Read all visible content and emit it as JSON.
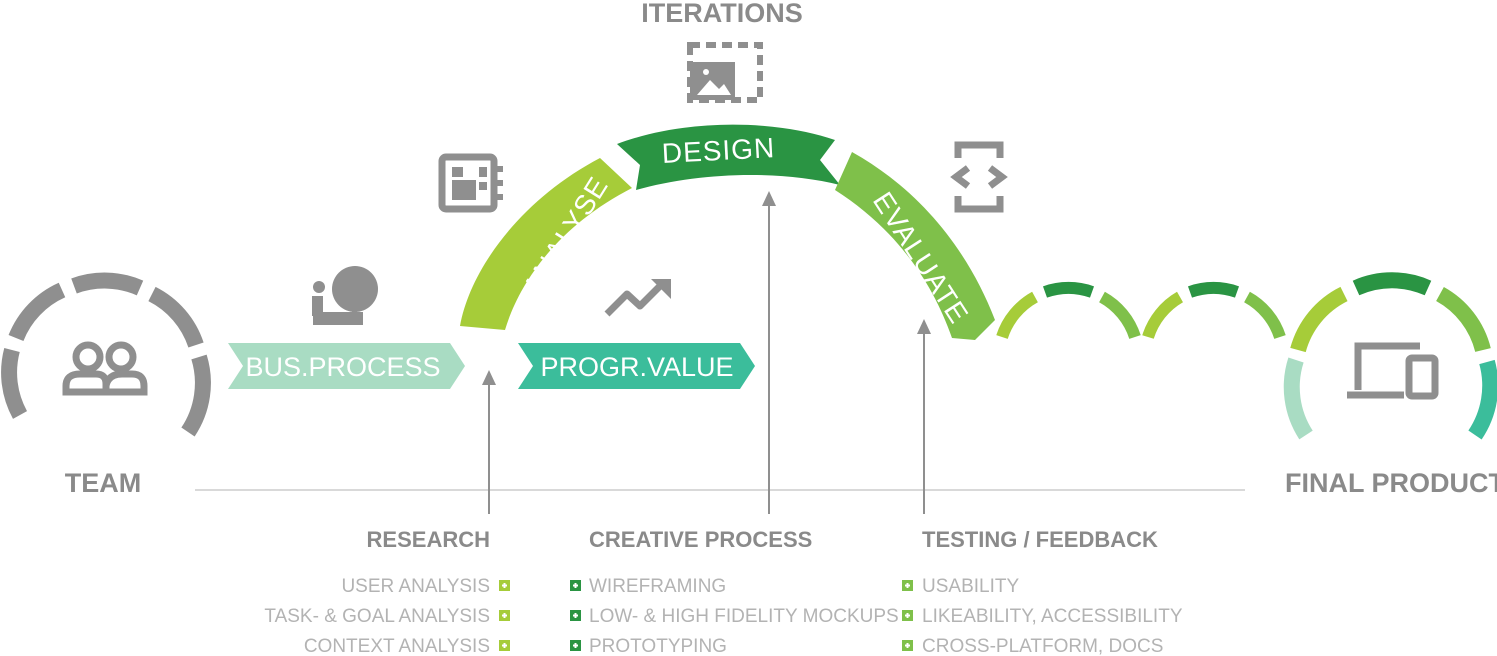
{
  "colors": {
    "gray": "#8f8f8f",
    "light_gray": "#b3b3b3",
    "lime": "#a6cc39",
    "green": "#3aa93f",
    "dark_green": "#2a9443",
    "mid_green": "#7fc04a",
    "teal": "#3bbd9b",
    "mint": "#a9dcc3"
  },
  "labels": {
    "iterations": "ITERATIONS",
    "team": "TEAM",
    "final_product": "FINAL PRODUCT",
    "bus_process": "BUS.PROCESS",
    "progr_value": "PROGR.VALUE",
    "analyse": "ANALYSE",
    "design": "DESIGN",
    "evaluate": "EVALUATE"
  },
  "columns": {
    "research": {
      "title": "RESEARCH",
      "items": [
        "USER ANALYSIS",
        "TASK- & GOAL ANALYSIS",
        "CONTEXT ANALYSIS"
      ]
    },
    "creative": {
      "title": "CREATIVE PROCESS",
      "items": [
        "WIREFRAMING",
        "LOW- & HIGH FIDELITY MOCKUPS",
        "PROTOTYPING"
      ]
    },
    "testing": {
      "title": "TESTING / FEEDBACK",
      "items": [
        "USABILITY",
        "LIKEABILITY, ACCESSIBILITY",
        "CROSS-PLATFORM, DOCS"
      ]
    }
  },
  "icons": {
    "team": "team-people-icon",
    "bus_process": "presenter-icon",
    "analyse": "chip-layout-icon",
    "iterations": "image-frame-icon",
    "progr_value": "trend-up-icon",
    "evaluate": "code-device-icon",
    "final_product": "devices-icon"
  }
}
